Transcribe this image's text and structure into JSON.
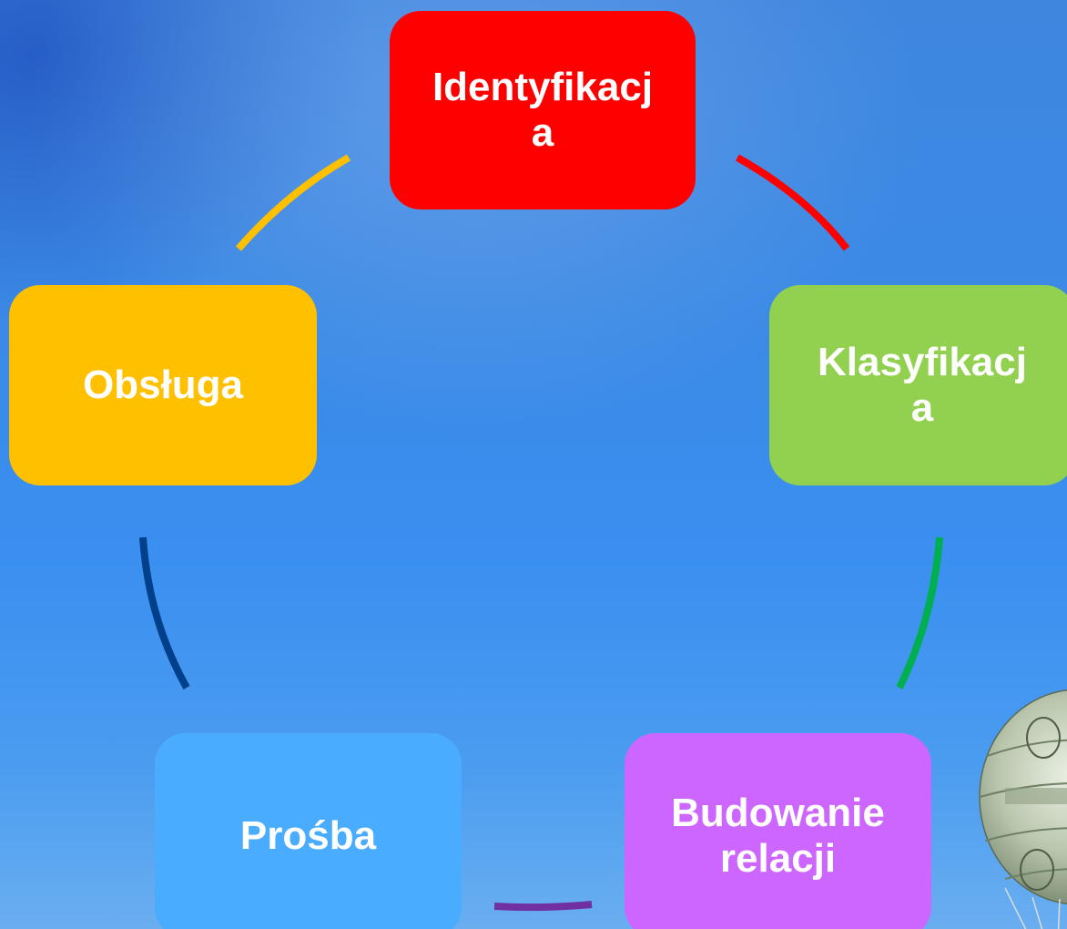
{
  "diagram": {
    "type": "cycle",
    "nodes": [
      {
        "id": "identyfikacja",
        "label": "Identyfikacj\na",
        "color": "#ff0000"
      },
      {
        "id": "klasyfikacja",
        "label": "Klasyfikacj\na",
        "color": "#92d050"
      },
      {
        "id": "budowanie",
        "label": "Budowanie\nrelacji",
        "color": "#cc66ff"
      },
      {
        "id": "prosba",
        "label": "Prośba",
        "color": "#4aacff"
      },
      {
        "id": "obsluga",
        "label": "Obsługa",
        "color": "#ffc000"
      }
    ],
    "connectors": [
      {
        "from": "identyfikacja",
        "to": "klasyfikacja",
        "color": "#ff0000"
      },
      {
        "from": "klasyfikacja",
        "to": "budowanie",
        "color": "#00b050"
      },
      {
        "from": "budowanie",
        "to": "prosba",
        "color": "#7030a0"
      },
      {
        "from": "prosba",
        "to": "obsluga",
        "color": "#003f8a"
      },
      {
        "from": "obsluga",
        "to": "identyfikacja",
        "color": "#ffc000"
      }
    ],
    "decoration": "money-balloon"
  }
}
